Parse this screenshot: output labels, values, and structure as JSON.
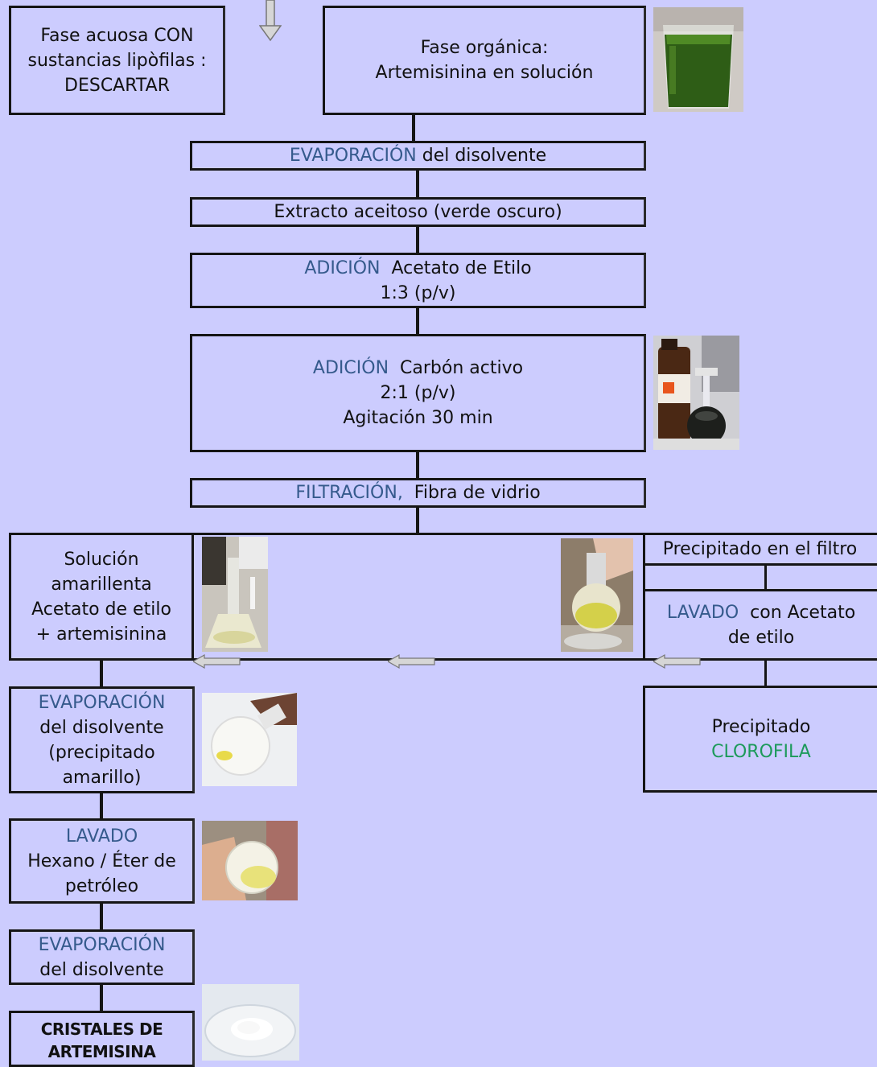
{
  "boxes": {
    "aqueous": {
      "line1": "Fase acuosa CON",
      "line2": "sustancias lipòfilas :",
      "line3": "DESCARTAR"
    },
    "organic": {
      "line1": "Fase orgánica:",
      "line2": "Artemisinina en solución"
    },
    "evap1": {
      "hl": "EVAPORACIÓN",
      "text": " del disolvente"
    },
    "oily": {
      "text": "Extracto aceitoso (verde oscuro)"
    },
    "add_ethyl": {
      "hl": "ADICIÓN",
      "text": "  Acetato de Etilo",
      "line2": "1:3 (p/v)"
    },
    "add_carbon": {
      "hl": "ADICIÓN",
      "text": "  Carbón activo",
      "line2": "2:1 (p/v)",
      "line3": "Agitación 30 min"
    },
    "filtration": {
      "hl": "FILTRACIÓN,",
      "text": "  Fibra de vidrio"
    },
    "solution": {
      "line1": "Solución",
      "line2": "amarillenta",
      "line3": "Acetato de etilo",
      "line4": "+ artemisinina"
    },
    "precip_filter": {
      "text": "Precipitado en el filtro"
    },
    "wash_ethyl": {
      "hl": "LAVADO",
      "text": "  con Acetato",
      "line2": "de etilo"
    },
    "evap2": {
      "hl": "EVAPORACIÓN",
      "line2": "del disolvente",
      "line3": "(precipitado",
      "line4": "amarillo)"
    },
    "chlorophyll": {
      "line1": "Precipitado",
      "hl": "CLOROFILA"
    },
    "wash_hexane": {
      "hl": "LAVADO",
      "line2": "Hexano / Éter de",
      "line3": "petróleo"
    },
    "evap3": {
      "hl": "EVAPORACIÓN",
      "line2": "del disolvente"
    },
    "crystals": {
      "line1": "CRISTALES DE",
      "line2": "ARTEMISINA"
    }
  },
  "colors": {
    "background": "#ccccfe",
    "highlight": "#355a8c",
    "chlorophyll": "#1d9a5b",
    "border": "#151515"
  }
}
